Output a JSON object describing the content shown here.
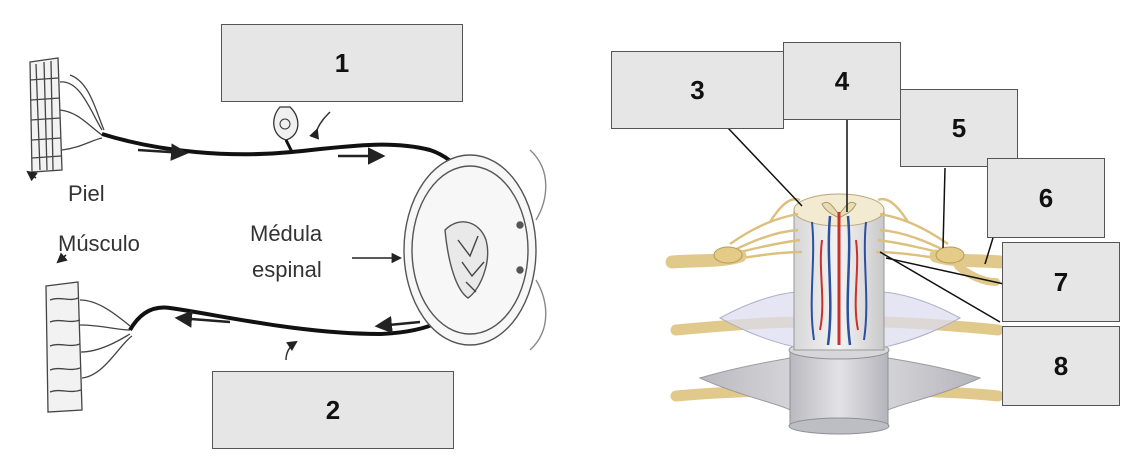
{
  "labels": {
    "piel": "Piel",
    "musculo": "Músculo",
    "medula_line1": "Médula",
    "medula_line2": "espinal"
  },
  "boxes": [
    "1",
    "2",
    "3",
    "4",
    "5",
    "6",
    "7",
    "8"
  ],
  "colors": {
    "box_fill": "#e6e6e6",
    "nerve": "#e8cf8d",
    "vessel_red": "#c8322b",
    "vessel_blue": "#2c4fa0",
    "meninges": "#c9c9d3"
  }
}
